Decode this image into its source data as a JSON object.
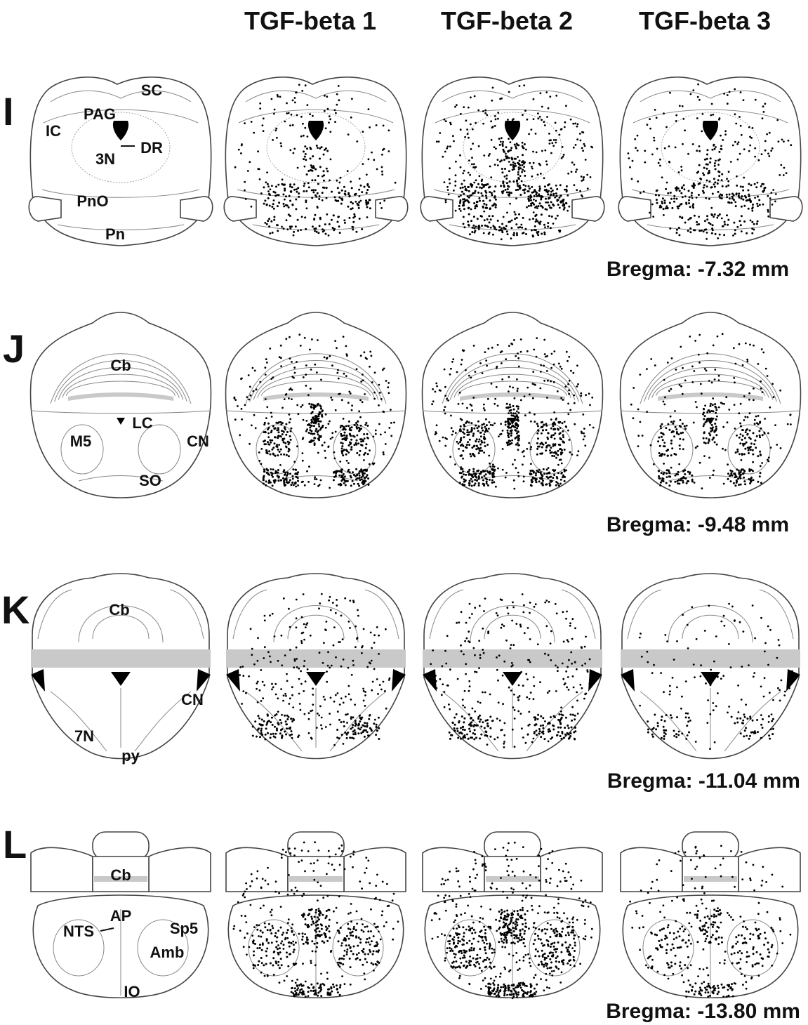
{
  "figure": {
    "columns": [
      "TGF-beta 1",
      "TGF-beta 2",
      "TGF-beta 3"
    ],
    "rows": [
      {
        "letter": "I",
        "bregma": "Bregma: -7.32 mm",
        "labels": [
          "SC",
          "PAG",
          "IC",
          "DR",
          "3N",
          "PnO",
          "Pn"
        ],
        "density": [
          0.9,
          1.6,
          1.0
        ]
      },
      {
        "letter": "J",
        "bregma": "Bregma: -9.48 mm",
        "labels": [
          "Cb",
          "LC",
          "M5",
          "CN",
          "SO"
        ],
        "density": [
          1.4,
          1.5,
          0.9
        ]
      },
      {
        "letter": "K",
        "bregma": "Bregma: -11.04 mm",
        "labels": [
          "Cb",
          "CN",
          "7N",
          "py"
        ],
        "density": [
          1.2,
          1.3,
          0.6
        ]
      },
      {
        "letter": "L",
        "bregma": "Bregma: -13.80 mm",
        "labels": [
          "Cb",
          "AP",
          "NTS",
          "Sp5",
          "Amb",
          "IO"
        ],
        "density": [
          1.3,
          1.8,
          0.9
        ]
      }
    ]
  }
}
